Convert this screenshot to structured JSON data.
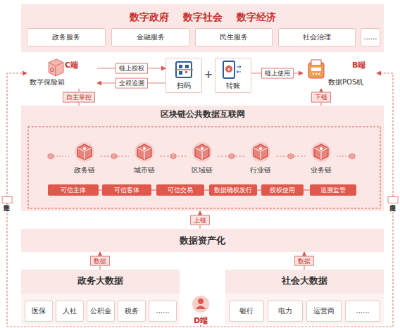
{
  "diagram": {
    "nodes": [
      {
        "text": [
          "数字政府",
          "数字社会",
          "数字经济"
        ]
      },
      {
        "text": [
          "政务服务"
        ],
        "in": 0
      },
      {
        "text": [
          "金融服务"
        ],
        "in": 0
      },
      {
        "text": [
          "民生服务"
        ],
        "in": 0
      },
      {
        "text": [
          "社会治理"
        ],
        "in": 0
      },
      {
        "text": [
          "......"
        ],
        "in": 0
      },
      {
        "text": [
          "C端",
          "数字保险箱"
        ]
      },
      {
        "text": [
          "扫码"
        ]
      },
      {
        "text": [
          "转账"
        ]
      },
      {
        "text": [
          "B端",
          "数据POS机"
        ]
      },
      {
        "text": [
          "区块链公共数据互联网"
        ]
      },
      {
        "text": [
          "政务链"
        ],
        "in": 10
      },
      {
        "text": [
          "城市链"
        ],
        "in": 10
      },
      {
        "text": [
          "区域链"
        ],
        "in": 10
      },
      {
        "text": [
          "行业链"
        ],
        "in": 10
      },
      {
        "text": [
          "业务链"
        ],
        "in": 10
      },
      {
        "text": [
          "可信主体"
        ],
        "in": 10
      },
      {
        "text": [
          "可信客体"
        ],
        "in": 10
      },
      {
        "text": [
          "可信交易"
        ],
        "in": 10
      },
      {
        "text": [
          "数据确权发行"
        ],
        "in": 10
      },
      {
        "text": [
          "授权使用"
        ],
        "in": 10
      },
      {
        "text": [
          "追溯监管"
        ],
        "in": 10
      },
      {
        "text": [
          "数据资产化"
        ]
      },
      {
        "text": [
          "政务大数据"
        ]
      },
      {
        "text": [
          "医保"
        ],
        "in": 23
      },
      {
        "text": [
          "人社"
        ],
        "in": 23
      },
      {
        "text": [
          "公积金"
        ],
        "in": 23
      },
      {
        "text": [
          "税务"
        ],
        "in": 23
      },
      {
        "text": [
          "......"
        ],
        "in": 23
      },
      {
        "text": [
          "社会大数据"
        ]
      },
      {
        "text": [
          "银行"
        ],
        "in": 29
      },
      {
        "text": [
          "电力"
        ],
        "in": 29
      },
      {
        "text": [
          "运营商"
        ],
        "in": 29
      },
      {
        "text": [
          "......"
        ],
        "in": 29
      },
      {
        "text": [
          "D端"
        ]
      }
    ],
    "edges": [
      {
        "from": 6,
        "to": 7,
        "label": "链上授权",
        "arrow": "to"
      },
      {
        "from": 7,
        "to": 6,
        "label": "全程追溯",
        "arrow": "to"
      },
      {
        "from": 8,
        "to": 9,
        "label": "链上使用",
        "arrow": "to"
      },
      {
        "from": 6,
        "to": 10,
        "label": "自主掌控",
        "arrow": "none"
      },
      {
        "from": 10,
        "to": 9,
        "label": "下链",
        "arrow": "to"
      },
      {
        "from": 22,
        "to": 10,
        "label": "上链",
        "arrow": "to"
      },
      {
        "from": 23,
        "to": 22,
        "label": "数据",
        "arrow": "to"
      },
      {
        "from": 29,
        "to": 22,
        "label": "数据",
        "arrow": "to"
      },
      {
        "from": 11,
        "to": 12,
        "arrow": "none"
      },
      {
        "from": 12,
        "to": 13,
        "arrow": "none"
      },
      {
        "from": 13,
        "to": 14,
        "arrow": "none"
      },
      {
        "from": 14,
        "to": 15,
        "arrow": "none"
      },
      {
        "from": 34,
        "to": 6,
        "label": "还数于民",
        "arrow": "to"
      },
      {
        "from": 34,
        "to": 9,
        "label": "合规使用",
        "arrow": "to"
      }
    ],
    "labels": [
      "+"
    ]
  }
}
